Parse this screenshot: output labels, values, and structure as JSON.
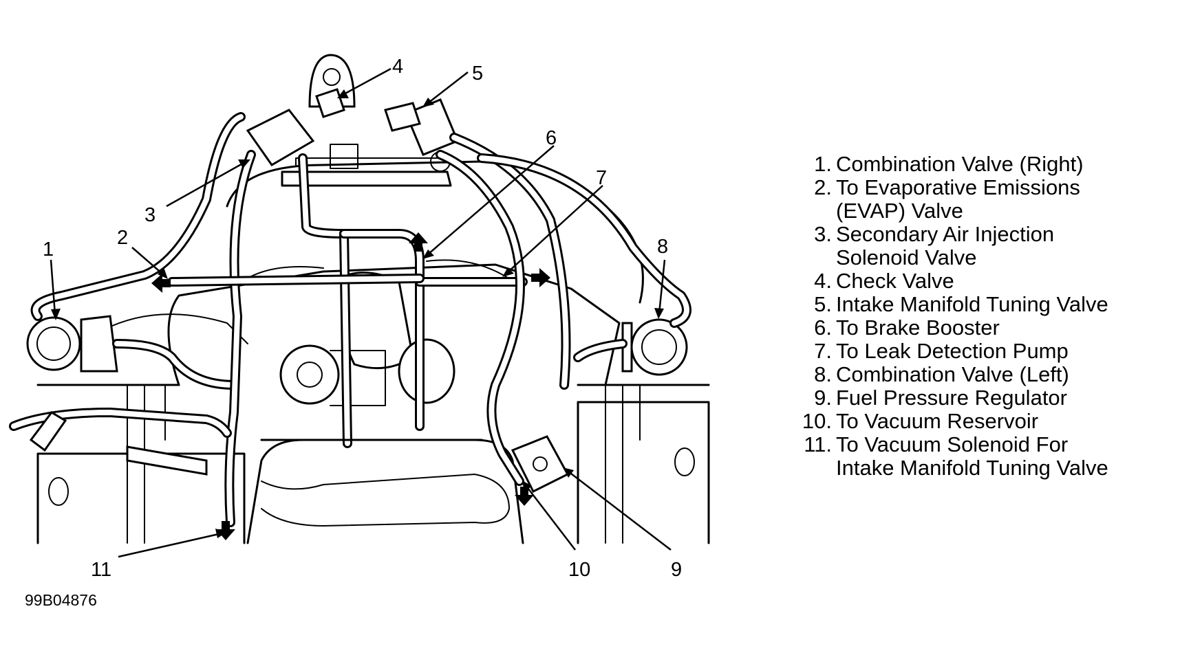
{
  "callouts": [
    {
      "id": "1",
      "label": "1"
    },
    {
      "id": "2",
      "label": "2"
    },
    {
      "id": "3",
      "label": "3"
    },
    {
      "id": "4",
      "label": "4"
    },
    {
      "id": "5",
      "label": "5"
    },
    {
      "id": "6",
      "label": "6"
    },
    {
      "id": "7",
      "label": "7"
    },
    {
      "id": "8",
      "label": "8"
    },
    {
      "id": "9",
      "label": "9"
    },
    {
      "id": "10",
      "label": "10"
    },
    {
      "id": "11",
      "label": "11"
    }
  ],
  "legend": [
    {
      "num": "1.",
      "text": "Combination Valve (Right)"
    },
    {
      "num": "2.",
      "text": "To Evaporative Emissions (EVAP) Valve"
    },
    {
      "num": "3.",
      "text": "Secondary Air Injection Solenoid Valve"
    },
    {
      "num": "4.",
      "text": "Check Valve"
    },
    {
      "num": "5.",
      "text": "Intake Manifold Tuning Valve"
    },
    {
      "num": "6.",
      "text": "To Brake Booster"
    },
    {
      "num": "7.",
      "text": "To Leak Detection Pump"
    },
    {
      "num": "8.",
      "text": "Combination Valve (Left)"
    },
    {
      "num": "9.",
      "text": "Fuel Pressure Regulator"
    },
    {
      "num": "10.",
      "text": "To Vacuum Reservoir"
    },
    {
      "num": "11.",
      "text": "To Vacuum Solenoid For Intake Manifold Tuning Valve"
    }
  ],
  "figure_code": "99B04876"
}
